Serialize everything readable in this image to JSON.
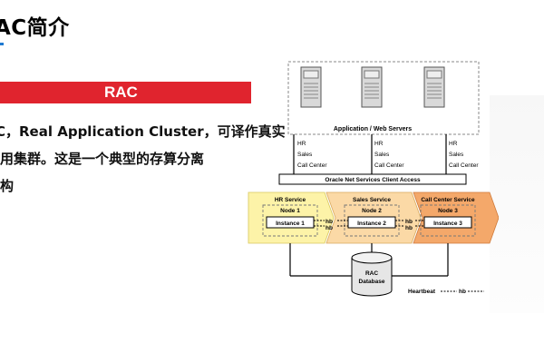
{
  "slide": {
    "title": "AC简介",
    "section_label": "RAC",
    "body_lines": [
      "C，Real Application Cluster，可译作真实",
      "用集群。这是一个典型的存算分离",
      "构"
    ]
  },
  "diagram": {
    "app_servers_label": "Application / Web Servers",
    "server_groups": [
      [
        "HR",
        "Sales",
        "Call Center"
      ],
      [
        "HR",
        "Sales",
        "Call Center"
      ],
      [
        "HR",
        "Sales",
        "Call Center"
      ]
    ],
    "client_access_label": "Oracle Net Services Client Access",
    "services": [
      {
        "name": "HR Service",
        "node": "Node 1",
        "instance": "Instance 1",
        "color": "#fdf3a8"
      },
      {
        "name": "Sales Service",
        "node": "Node 2",
        "instance": "Instance 2",
        "color": "#fbd9a6"
      },
      {
        "name": "Call Center Service",
        "node": "Node 3",
        "instance": "Instance 3",
        "color": "#f4a86a"
      }
    ],
    "hb_label": "hb",
    "database_label": [
      "RAC",
      "Database"
    ],
    "legend": {
      "heartbeat": "Heartbeat",
      "hb": "hb"
    },
    "colors": {
      "title_accent": "#1f7ad1",
      "section_bar": "#e0242e"
    }
  }
}
